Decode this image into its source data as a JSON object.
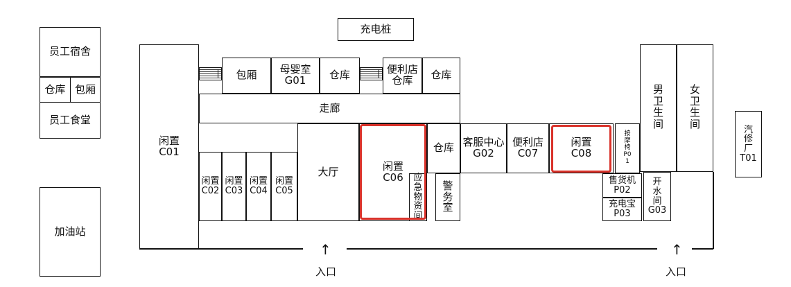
{
  "rooms": {
    "staff_dorm": "员工宿舍",
    "warehouse_left": "仓库",
    "box_room_left": "包厢",
    "staff_canteen": "员工食堂",
    "gas_station": "加油站",
    "charging_pile": "充电桩",
    "idle_c01": "闲置\nC01",
    "box_room": "包厢",
    "mother_baby_room": "母婴室\nG01",
    "warehouse_1": "仓库",
    "store_warehouse": "便利店\n仓库",
    "warehouse_2": "仓库",
    "corridor": "走廊",
    "idle_c02": "闲置\nC02",
    "idle_c03": "闲置\nC03",
    "idle_c04": "闲置\nC04",
    "idle_c05": "闲置\nC05",
    "hall": "大厅",
    "idle_c06": "闲置\nC06",
    "emergency_supplies": "应急\n物资\n间",
    "warehouse_3": "仓库",
    "police_room": "警\n务\n室",
    "service_center": "客服中心\nG02",
    "store_c07": "便利店\nC07",
    "idle_c08": "闲置\nC08",
    "massage_chair": "按\n摩\n椅\nP0\n1",
    "mens_restroom": "男\n卫\n生\n间",
    "womens_restroom": "女\n卫\n生\n间",
    "vending_machine": "售货机\nP02",
    "power_bank": "充电宝\nP03",
    "water_room": "开\n水\n间\nG03",
    "repair_shop": "汽\n修\n厂\nT01"
  },
  "entrance": {
    "label": "入口",
    "arrow": "↑"
  },
  "colors": {
    "highlight": "#d9322a"
  }
}
